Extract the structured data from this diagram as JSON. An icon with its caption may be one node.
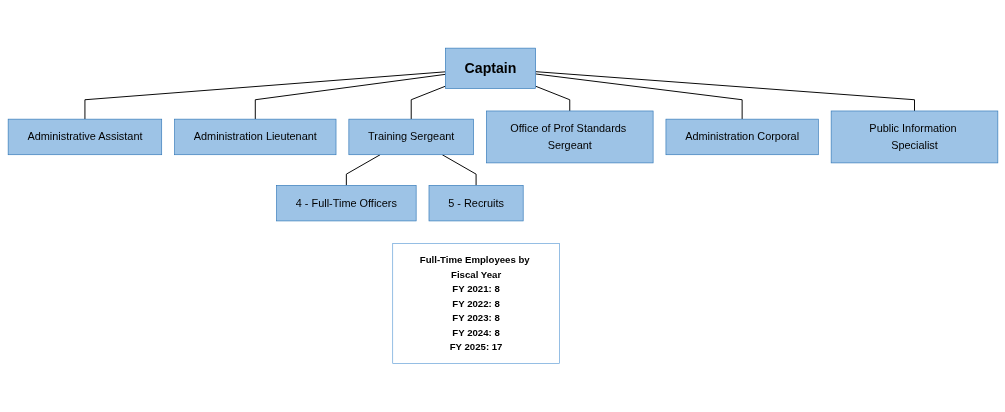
{
  "diagram": {
    "nodes": [
      {
        "text": [
          "Captain"
        ]
      },
      {
        "text": [
          "Administrative Assistant"
        ]
      },
      {
        "text": [
          "Administration Lieutenant"
        ]
      },
      {
        "text": [
          "Training Sergeant"
        ]
      },
      {
        "text": [
          "Office of Prof Standards Sergeant"
        ]
      },
      {
        "text": [
          "Administration Corporal"
        ]
      },
      {
        "text": [
          "Public Information Specialist"
        ]
      },
      {
        "text": [
          "4 - Full-Time Officers"
        ]
      },
      {
        "text": [
          "5 - Recruits"
        ]
      },
      {
        "text": [
          "Full-Time Employees by Fiscal Year",
          "FY 2021: 8",
          "FY 2022: 8",
          "FY 2023: 8",
          "FY 2024: 8",
          "FY 2025: 17"
        ]
      }
    ],
    "edges": [
      {
        "from": 0,
        "to": 1,
        "arrow": "none"
      },
      {
        "from": 0,
        "to": 2,
        "arrow": "none"
      },
      {
        "from": 0,
        "to": 3,
        "arrow": "none"
      },
      {
        "from": 0,
        "to": 4,
        "arrow": "none"
      },
      {
        "from": 0,
        "to": 5,
        "arrow": "none"
      },
      {
        "from": 0,
        "to": 6,
        "arrow": "none"
      },
      {
        "from": 3,
        "to": 7,
        "arrow": "none"
      },
      {
        "from": 3,
        "to": 8,
        "arrow": "none"
      }
    ]
  }
}
